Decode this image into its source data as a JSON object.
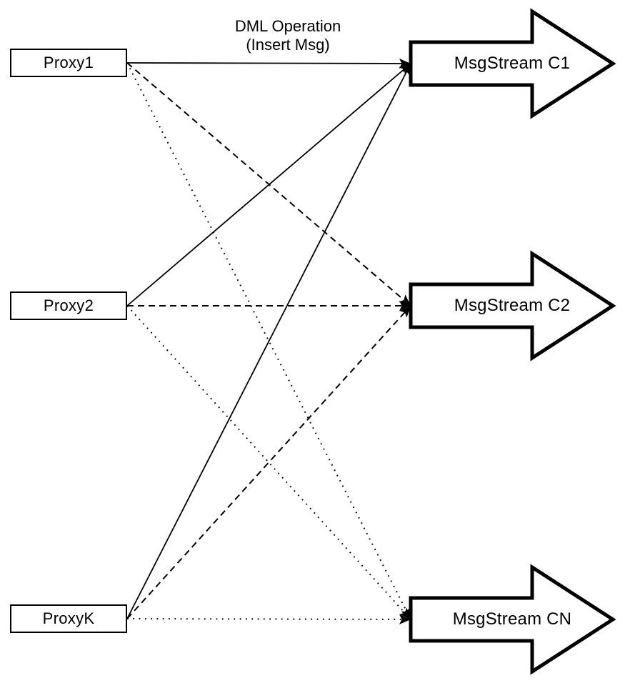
{
  "diagram": {
    "background": "#ffffff",
    "ink": "#000000",
    "annotation": {
      "line1": "DML Operation",
      "line2": "(Insert Msg)"
    },
    "proxies": [
      {
        "id": "proxy1",
        "label": "Proxy1"
      },
      {
        "id": "proxy2",
        "label": "Proxy2"
      },
      {
        "id": "proxyk",
        "label": "ProxyK"
      }
    ],
    "streams": [
      {
        "id": "c1",
        "label": "MsgStream C1"
      },
      {
        "id": "c2",
        "label": "MsgStream C2"
      },
      {
        "id": "cn",
        "label": "MsgStream CN"
      }
    ],
    "edges": [
      {
        "from": "proxy1",
        "to": "c1",
        "style": "solid"
      },
      {
        "from": "proxy1",
        "to": "c2",
        "style": "dashed"
      },
      {
        "from": "proxy1",
        "to": "cn",
        "style": "dotted"
      },
      {
        "from": "proxy2",
        "to": "c1",
        "style": "solid"
      },
      {
        "from": "proxy2",
        "to": "c2",
        "style": "dashed"
      },
      {
        "from": "proxy2",
        "to": "cn",
        "style": "dotted"
      },
      {
        "from": "proxyk",
        "to": "c1",
        "style": "solid"
      },
      {
        "from": "proxyk",
        "to": "c2",
        "style": "dashed"
      },
      {
        "from": "proxyk",
        "to": "cn",
        "style": "dotted"
      }
    ]
  }
}
